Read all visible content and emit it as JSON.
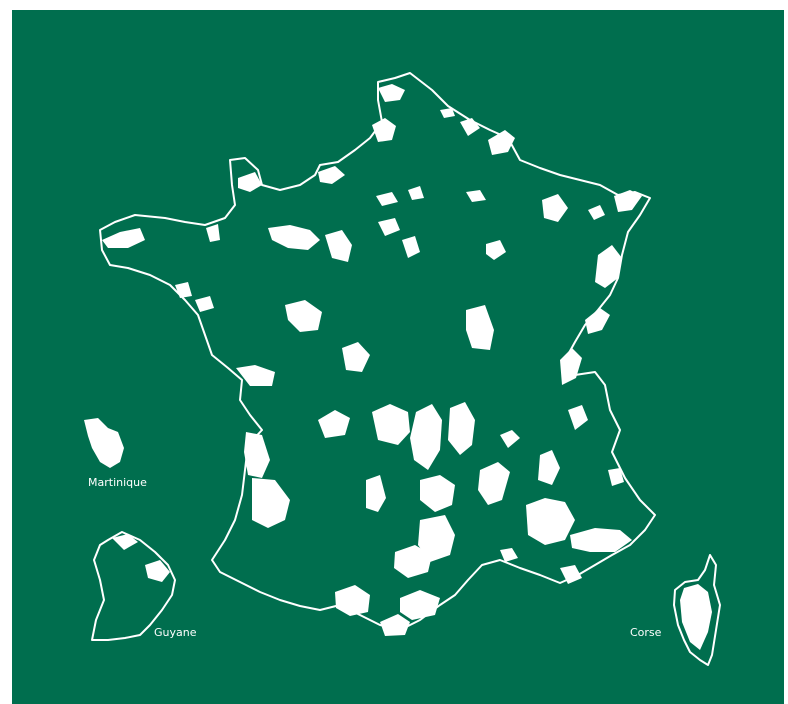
{
  "map": {
    "background_color": "#006e4e",
    "feature_color": "#ffffff",
    "labels": {
      "martinique": "Martinique",
      "guyane": "Guyane",
      "corse": "Corse"
    }
  }
}
